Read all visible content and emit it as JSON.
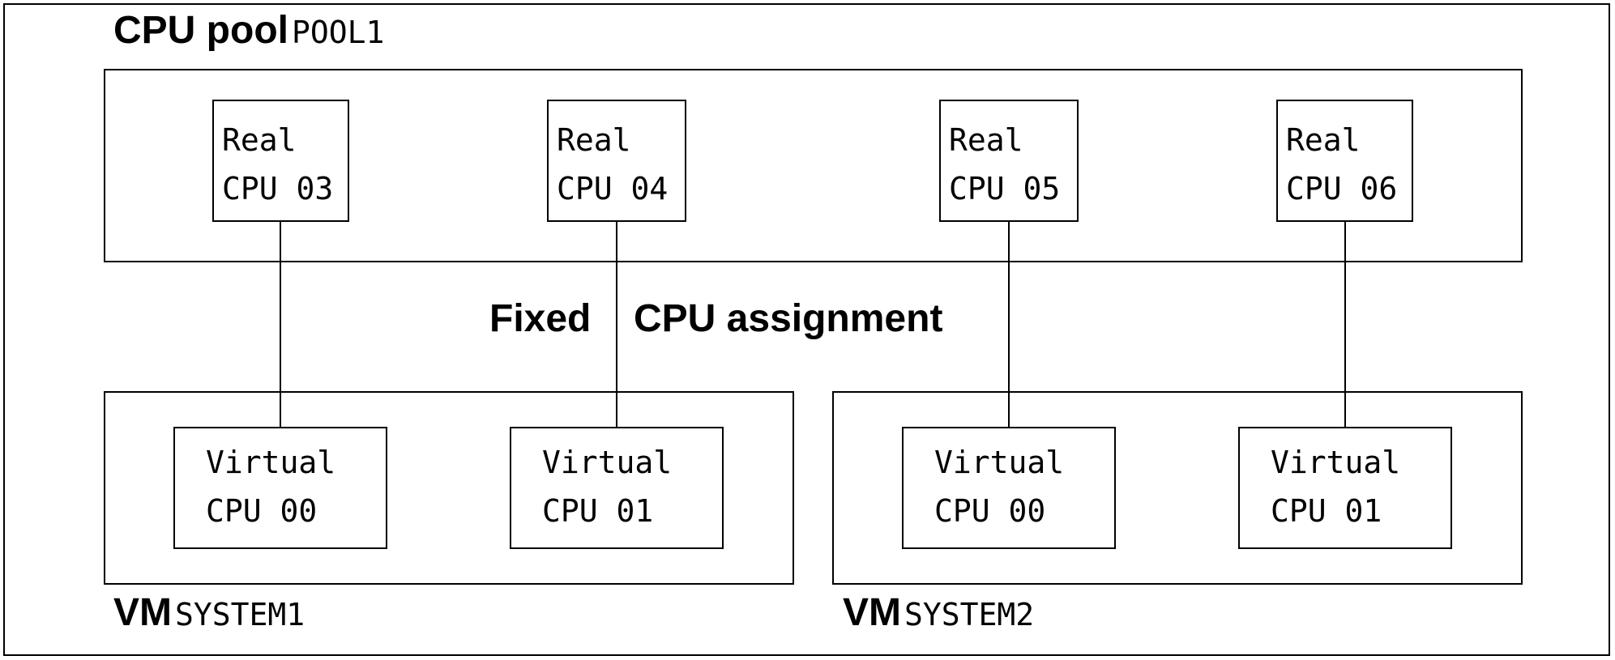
{
  "pool": {
    "label": "CPU pool",
    "name": "POOL1"
  },
  "real_cpus": [
    {
      "line1": "Real",
      "line2": "CPU 03"
    },
    {
      "line1": "Real",
      "line2": "CPU 04"
    },
    {
      "line1": "Real",
      "line2": "CPU 05"
    },
    {
      "line1": "Real",
      "line2": "CPU 06"
    }
  ],
  "assignment": {
    "word1": "Fixed",
    "word2": "CPU assignment"
  },
  "vms": [
    {
      "label": "VM",
      "name": "SYSTEM1",
      "cpus": [
        {
          "line1": "Virtual",
          "line2": "CPU 00"
        },
        {
          "line1": "Virtual",
          "line2": "CPU 01"
        }
      ]
    },
    {
      "label": "VM",
      "name": "SYSTEM2",
      "cpus": [
        {
          "line1": "Virtual",
          "line2": "CPU 00"
        },
        {
          "line1": "Virtual",
          "line2": "CPU 01"
        }
      ]
    }
  ]
}
